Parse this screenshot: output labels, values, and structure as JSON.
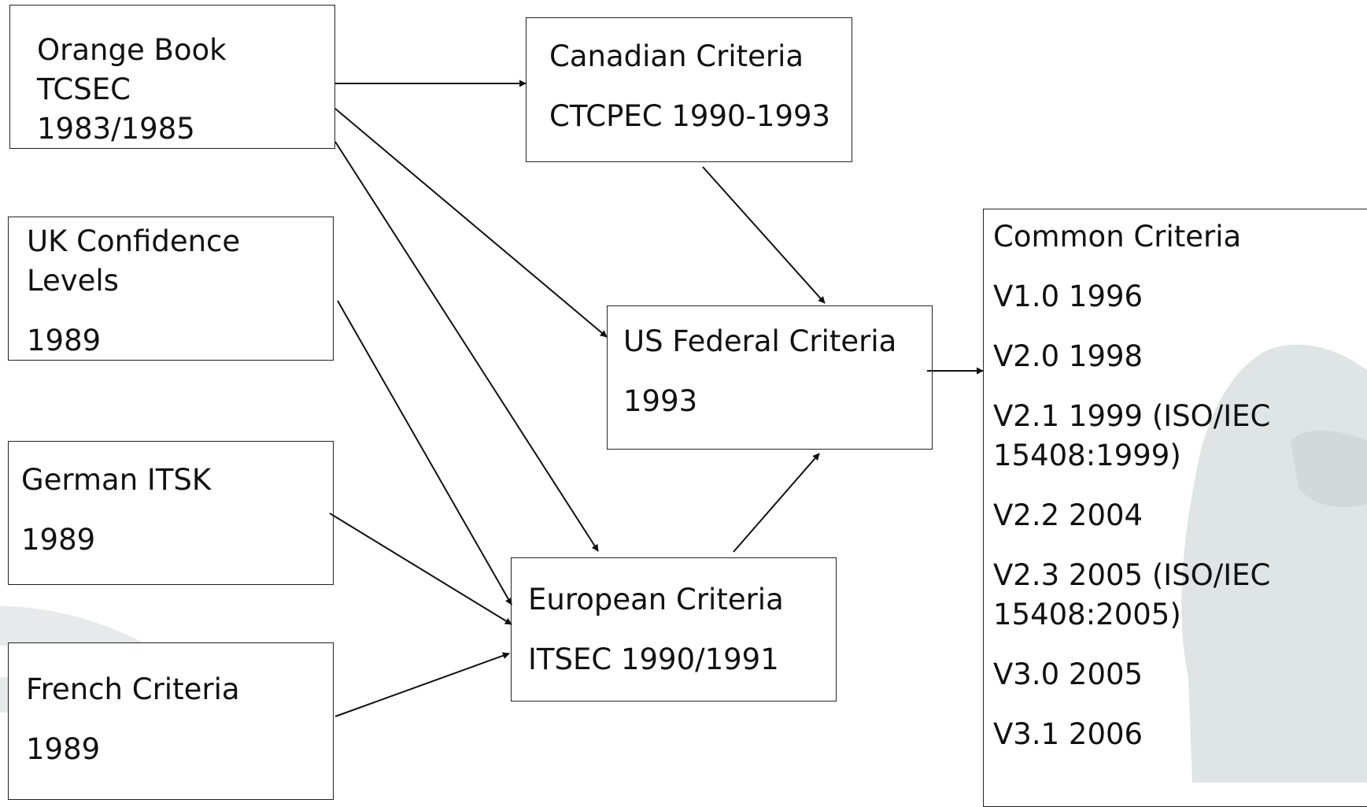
{
  "diagram": {
    "nodes": {
      "orange_book": {
        "lines": [
          "Orange Book",
          "TCSEC",
          "1983/1985"
        ]
      },
      "canadian": {
        "lines": [
          "Canadian Criteria",
          "CTCPEC 1990-1993"
        ]
      },
      "uk": {
        "lines": [
          "UK Confidence",
          "Levels",
          "1989"
        ]
      },
      "german": {
        "lines": [
          "German ITSK",
          "1989"
        ]
      },
      "french": {
        "lines": [
          "French Criteria",
          "1989"
        ]
      },
      "us_federal": {
        "lines": [
          "US Federal Criteria",
          "1993"
        ]
      },
      "european": {
        "lines": [
          "European Criteria",
          "ITSEC 1990/1991"
        ]
      },
      "common": {
        "lines": [
          "Common Criteria",
          "V1.0 1996",
          "V2.0 1998",
          "V2.1 1999 (ISO/IEC",
          "15408:1999)",
          "V2.2 2004",
          "V2.3 2005 (ISO/IEC",
          "15408:2005)",
          "V3.0 2005",
          "V3.1 2006"
        ]
      }
    },
    "edges": [
      {
        "from": "orange_book",
        "to": "canadian"
      },
      {
        "from": "orange_book",
        "to": "us_federal"
      },
      {
        "from": "orange_book",
        "to": "european"
      },
      {
        "from": "canadian",
        "to": "us_federal"
      },
      {
        "from": "uk",
        "to": "european"
      },
      {
        "from": "german",
        "to": "european"
      },
      {
        "from": "french",
        "to": "european"
      },
      {
        "from": "european",
        "to": "us_federal"
      },
      {
        "from": "us_federal",
        "to": "common"
      }
    ],
    "colors": {
      "box_border": "#222222",
      "text": "#111111",
      "arrow": "#111111",
      "background_shape": "#e4e8e8"
    }
  }
}
